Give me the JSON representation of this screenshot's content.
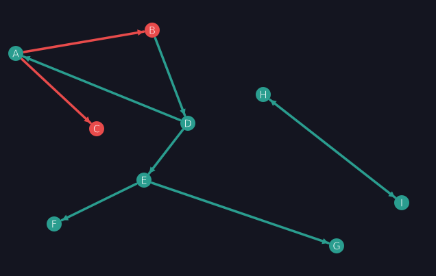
{
  "colors": {
    "background": "#141520",
    "teal": "#2a9d8f",
    "red": "#e84b4b",
    "node_fill": "#ffffff",
    "label": "#ffffff"
  },
  "nodes": [
    {
      "id": "A",
      "label": "A",
      "color": "teal"
    },
    {
      "id": "B",
      "label": "B",
      "color": "red"
    },
    {
      "id": "C",
      "label": "C",
      "color": "red"
    },
    {
      "id": "D",
      "label": "D",
      "color": "teal"
    },
    {
      "id": "E",
      "label": "E",
      "color": "teal"
    },
    {
      "id": "F",
      "label": "F",
      "color": "teal"
    },
    {
      "id": "G",
      "label": "G",
      "color": "teal"
    },
    {
      "id": "H",
      "label": "H",
      "color": "teal"
    },
    {
      "id": "I",
      "label": "I",
      "color": "teal"
    }
  ],
  "edges": [
    {
      "from": "A",
      "to": "B",
      "color": "red",
      "direction": "forward"
    },
    {
      "from": "A",
      "to": "C",
      "color": "red",
      "direction": "forward"
    },
    {
      "from": "B",
      "to": "D",
      "color": "teal",
      "direction": "forward"
    },
    {
      "from": "D",
      "to": "A",
      "color": "teal",
      "direction": "forward"
    },
    {
      "from": "D",
      "to": "E",
      "color": "teal",
      "direction": "forward"
    },
    {
      "from": "E",
      "to": "F",
      "color": "teal",
      "direction": "forward"
    },
    {
      "from": "E",
      "to": "G",
      "color": "teal",
      "direction": "forward"
    },
    {
      "from": "H",
      "to": "I",
      "color": "teal",
      "direction": "both"
    }
  ]
}
